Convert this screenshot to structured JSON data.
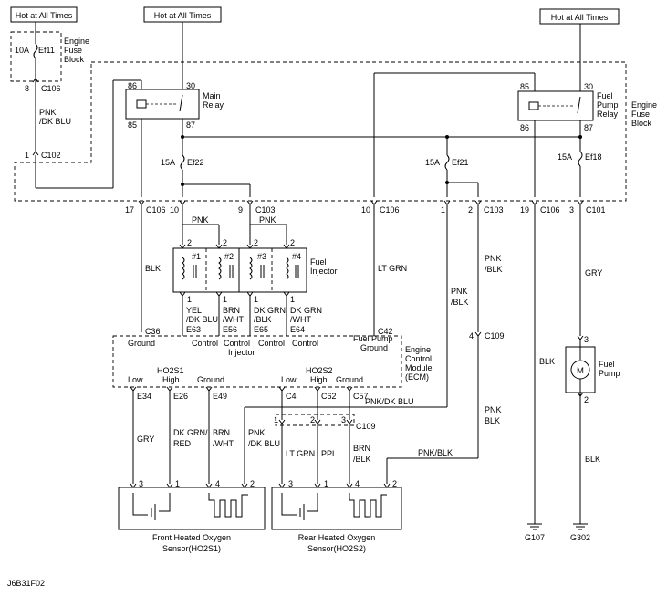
{
  "hot_labels": [
    "Hot at All Times",
    "Hot at All Times",
    "Hot at All Times"
  ],
  "engine_fuse_block_small": {
    "l1": "Engine",
    "l2": "Fuse",
    "l3": "Block",
    "fuse_rating": "10A",
    "fuse_name": "Ef11",
    "pin": "8",
    "connector": "C106"
  },
  "engine_fuse_block_main": {
    "l1": "Engine",
    "l2": "Fuse",
    "l3": "Block"
  },
  "main_relay": {
    "l1": "Main",
    "l2": "Relay",
    "p86": "86",
    "p30": "30",
    "p85": "85",
    "p87": "87"
  },
  "fuel_pump_relay": {
    "l1": "Fuel",
    "l2": "Pump",
    "l3": "Relay",
    "p85": "85",
    "p30": "30",
    "p86": "86",
    "p87": "87"
  },
  "fuses": {
    "ef22_rating": "15A",
    "ef22": "Ef22",
    "ef21_rating": "15A",
    "ef21": "Ef21",
    "ef18_rating": "15A",
    "ef18": "Ef18"
  },
  "c102": {
    "pin": "1",
    "name": "C102"
  },
  "wire_pnk_dkblu_left": {
    "l1": "PNK",
    "l2": "/DK BLU"
  },
  "connector_row": {
    "p17": "17",
    "c106a": "C106",
    "p10a": "10",
    "p9": "9",
    "c103a": "C103",
    "p10b": "10",
    "c106b": "C106",
    "p1": "1",
    "p2": "2",
    "c103b": "C103",
    "p19": "19",
    "c106c": "C106",
    "p3": "3",
    "c101": "C101"
  },
  "pnk_labels": [
    "PNK",
    "PNK"
  ],
  "injector_pins_top": [
    "2",
    "2",
    "2",
    "2"
  ],
  "injector_names": [
    "#1",
    "#2",
    "#3",
    "#4"
  ],
  "injector_label": {
    "l1": "Fuel",
    "l2": "Injector"
  },
  "injector_pins_bottom": [
    "1",
    "1",
    "1",
    "1"
  ],
  "injector_wires": [
    {
      "l1": "YEL",
      "l2": "/DK BLU",
      "conn": "E63"
    },
    {
      "l1": "BRN",
      "l2": "/WHT",
      "conn": "E56"
    },
    {
      "l1": "DK GRN",
      "l2": "/BLK",
      "conn": "E65"
    },
    {
      "l1": "DK GRN",
      "l2": "/WHT",
      "conn": "E64"
    }
  ],
  "wire_colors": {
    "blk": "BLK",
    "lt_grn": "LT GRN",
    "pnk_blk_vertical_l1": "PNK",
    "pnk_blk_vertical_l2": "/BLK",
    "pnk_blk_right_l1": "PNK",
    "pnk_blk_right_l2": "/BLK",
    "gry_pump": "GRY",
    "blk_19": "BLK",
    "blk_ground": "BLK",
    "pnk_blk_low_l1": "PNK",
    "pnk_blk_low_l2": "BLK"
  },
  "ecm": {
    "c36": "C36",
    "c42": "C42",
    "ground": "Ground",
    "control": "Control",
    "injector": "Injector",
    "fuel_pump": "Fuel Pump",
    "fuel_pump_ground": "Ground",
    "l1": "Engine",
    "l2": "Control",
    "l3": "Module",
    "l4": "(ECM)",
    "ho2s1": "HO2S1",
    "ho2s2": "HO2S2",
    "low": "Low",
    "high": "High",
    "gnd": "Ground"
  },
  "ecm_pins": [
    "E34",
    "E26",
    "E49",
    "C4",
    "C62",
    "C57"
  ],
  "c109": {
    "pin4": "4",
    "name": "C109",
    "p1": "1",
    "p2": "2",
    "p3": "3",
    "name2": "C109"
  },
  "lower_wires": {
    "gry": "GRY",
    "dk_grn_red_l1": "DK GRN/",
    "dk_grn_red_l2": "RED",
    "brn_wht_l1": "BRN",
    "brn_wht_l2": "/WHT",
    "pnk_dkblu_l1": "PNK",
    "pnk_dkblu_l2": "/DK BLU",
    "lt_grn": "LT GRN",
    "ppl": "PPL",
    "brn_blk_l1": "BRN",
    "brn_blk_l2": "/BLK",
    "pnk_dkblu_h": "PNK/DK BLU",
    "pnk_blk_h": "PNK/BLK"
  },
  "sensor_front": {
    "pins": [
      "3",
      "1",
      "4",
      "2"
    ],
    "l1": "Front Heated Oxygen",
    "l2": "Sensor(HO2S1)"
  },
  "sensor_rear": {
    "pins": [
      "3",
      "1",
      "4",
      "2"
    ],
    "l1": "Rear Heated Oxygen",
    "l2": "Sensor(HO2S2)"
  },
  "fuel_pump": {
    "l1": "Fuel",
    "l2": "Pump",
    "motor": "M",
    "p3": "3",
    "p2": "2"
  },
  "grounds": {
    "g107": "G107",
    "g302": "G302"
  },
  "figure_id": "J6B31F02"
}
